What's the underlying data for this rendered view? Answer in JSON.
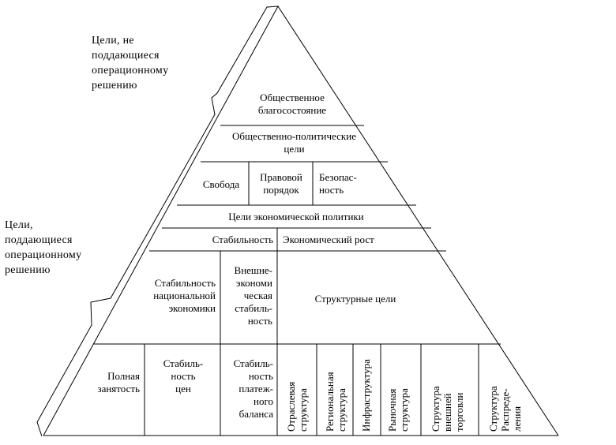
{
  "side_labels": {
    "non_operational": "Цели, не\nподдающиеся\nоперационному\nрешению",
    "operational": "Цели,\nподдающиеся\nоперационному\nрешению"
  },
  "pyramid": {
    "level1": "Общественное\nблагосостояние",
    "level2": "Общественно-политические\nцели",
    "level3": [
      "Свобода",
      "Правовой\nпорядок",
      "Безопас-\nность"
    ],
    "level4": "Цели экономической политики",
    "level5": [
      "Стабильность",
      "Экономический рост"
    ],
    "level6": [
      "Стабильность\nнациональной\nэкономики",
      "Внешне-\nэкономи\nческая\nстабиль-\nность",
      "Структурные цели"
    ],
    "level7_horizontal": [
      "Полная\nзанятость",
      "Стабиль-\nность\nцен",
      "Стабиль-\nность\nплатеж-\nного\nбаланса"
    ],
    "level7_vertical": [
      "Отраслевая\nструктура",
      "Региональная\nструктура",
      "Инфраструктура",
      "Рыночная\nструктура",
      "Структура\nвнешней\nторговли",
      "Структура\nРаспреде-\nления"
    ]
  }
}
